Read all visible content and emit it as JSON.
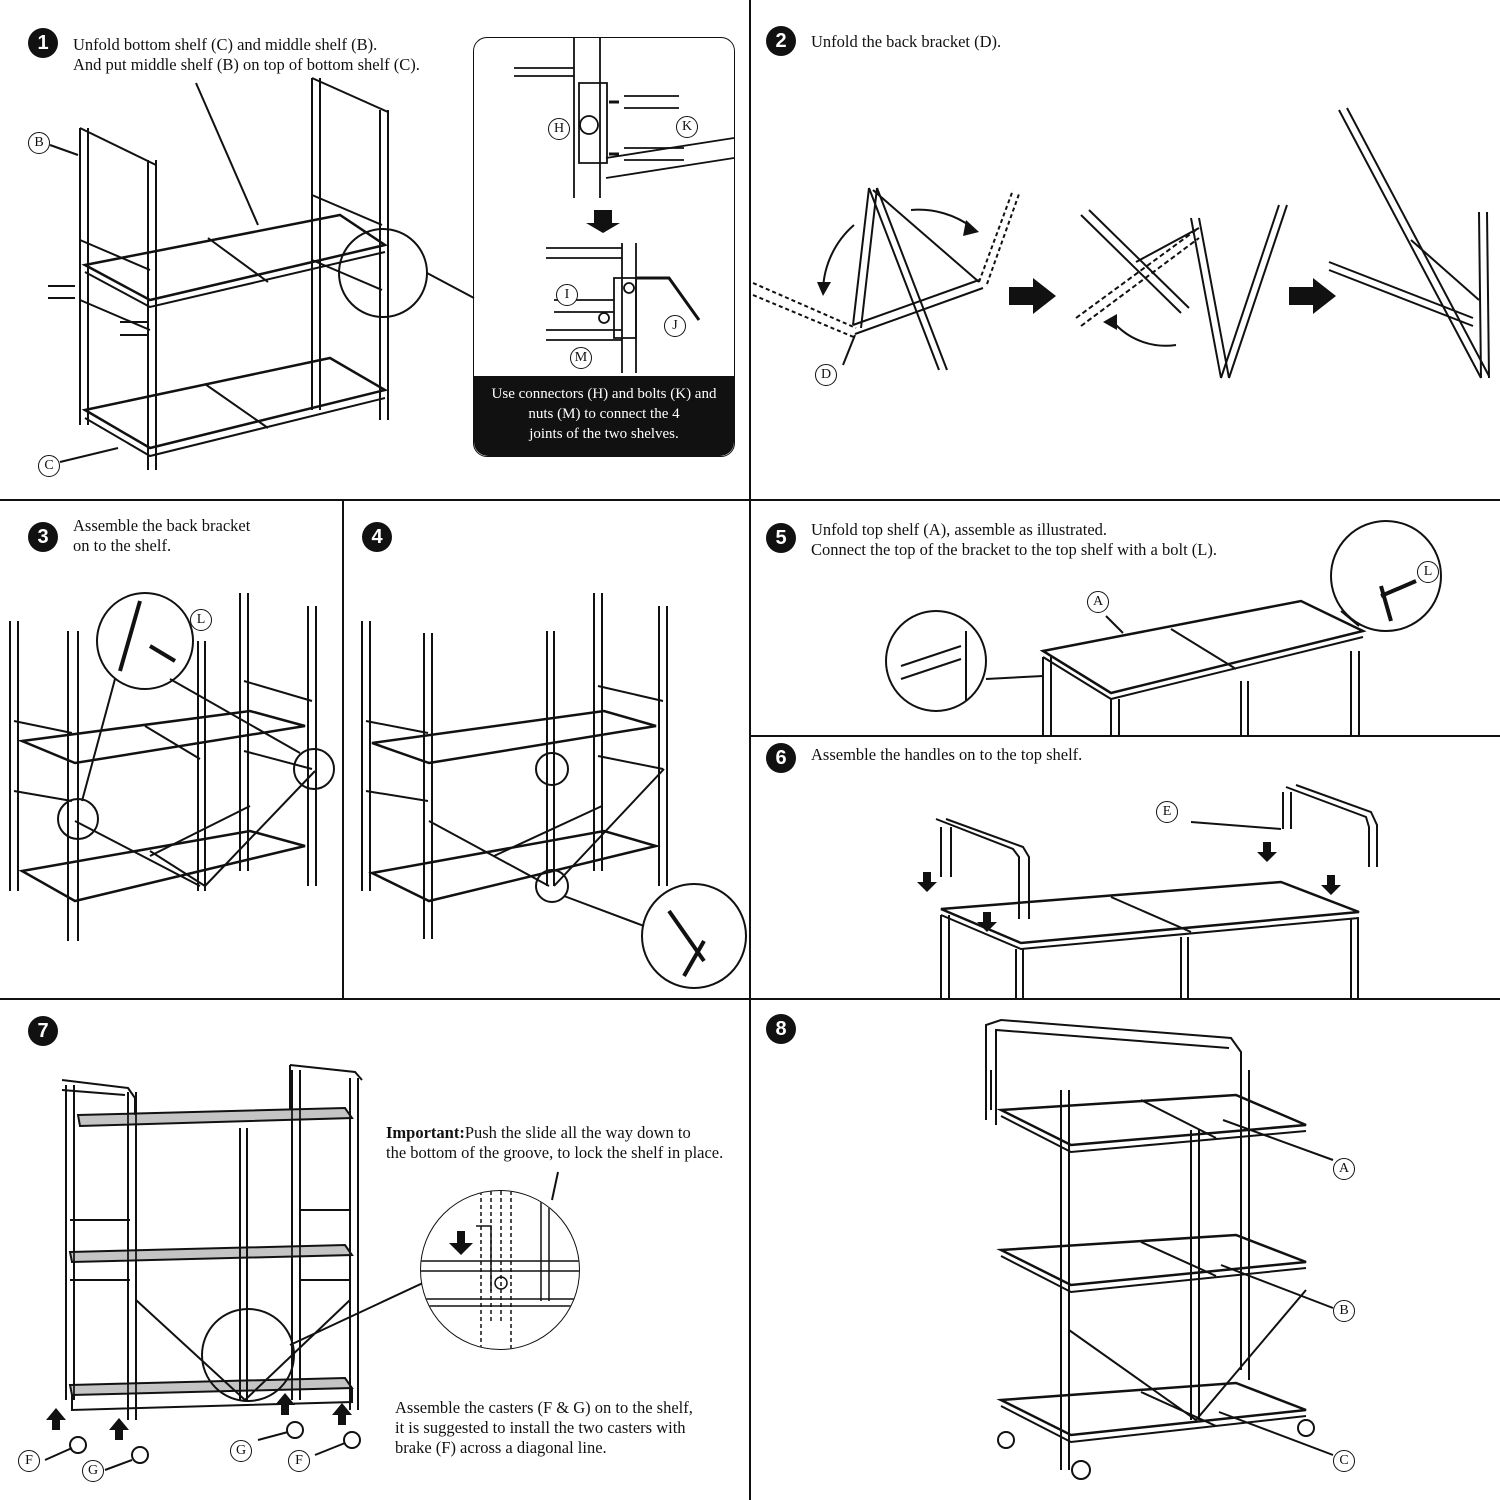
{
  "panels": {
    "p1": {
      "number": "1",
      "lines": [
        "Unfold bottom shelf (C) and middle shelf (B).",
        "And put middle shelf (B) on top of bottom shelf (C)."
      ],
      "labels": {
        "b": "B",
        "c": "C",
        "h": "H",
        "k": "K",
        "i": "I",
        "j": "J",
        "m": "M"
      },
      "box": [
        "Use connectors (H) and bolts (K) and",
        "nuts (M) to connect the 4",
        "joints of the two shelves."
      ]
    },
    "p2": {
      "number": "2",
      "lines": [
        "Unfold the back bracket (D)."
      ],
      "labels": {
        "d": "D"
      }
    },
    "p3": {
      "number": "3",
      "lines": [
        "Assemble the back bracket",
        "on to the shelf."
      ],
      "labels": {
        "l": "L"
      }
    },
    "p4": {
      "number": "4"
    },
    "p5": {
      "number": "5",
      "lines": [
        "Unfold top shelf (A), assemble as illustrated.",
        "Connect the top of the bracket to the top shelf with a bolt (L)."
      ],
      "labels": {
        "a": "A",
        "l": "L"
      }
    },
    "p6": {
      "number": "6",
      "lines": [
        "Assemble the handles on to the top shelf."
      ],
      "labels": {
        "e": "E"
      }
    },
    "p7": {
      "number": "7",
      "important_label": "Important:",
      "important_lines": [
        "Push the slide all the way down to",
        "the bottom of the groove, to lock the shelf in place."
      ],
      "caster_lines": [
        "Assemble the casters (F & G)  on to the shelf,",
        "it is suggested to install the two casters with",
        "brake (F) across a diagonal line."
      ],
      "labels": {
        "f1": "F",
        "g1": "G",
        "g2": "G",
        "f2": "F"
      }
    },
    "p8": {
      "number": "8",
      "labels": {
        "a": "A",
        "b": "B",
        "c": "C"
      }
    }
  },
  "colors": {
    "ink": "#111111",
    "paper": "#ffffff"
  },
  "icons": [
    "arrow-right-icon",
    "arrow-down-icon",
    "arrow-up-icon",
    "rotate-arrow-icon"
  ]
}
